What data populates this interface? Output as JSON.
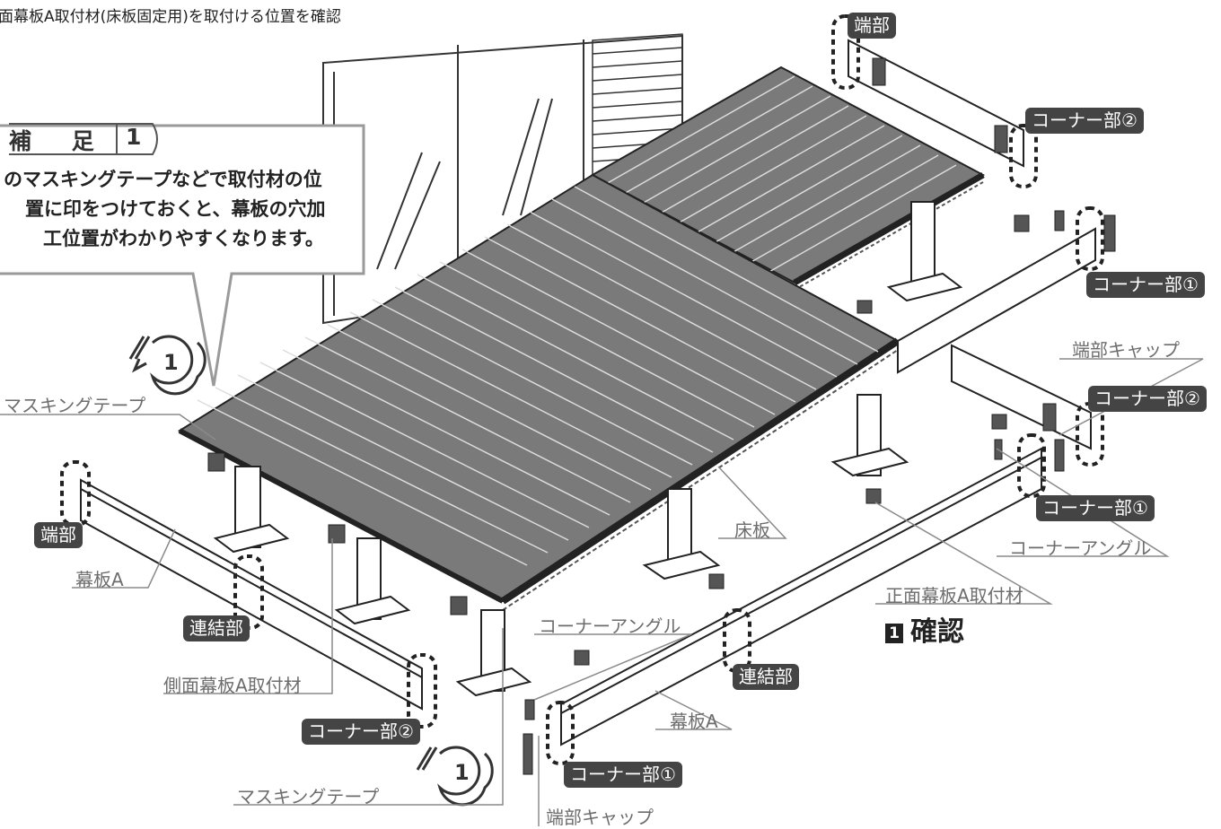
{
  "heading": "面幕板A取付材(床板固定用)を取付ける位置を確認",
  "callout": {
    "title": "補 足",
    "number": "1",
    "lines": [
      "のマスキングテープなどで取付材の位",
      "置に印をつけておくと、幕板の穴加",
      "工位置がわかりやすくなります。"
    ]
  },
  "labels": {
    "masking_tape_top": "マスキングテープ",
    "masking_tape_bottom": "マスキングテープ",
    "floor_board": "床板",
    "skirt_a_left": "幕板A",
    "skirt_a_front": "幕板A",
    "side_mount": "側面幕板A取付材",
    "front_mount": "正面幕板A取付材",
    "corner_angle_right": "コーナーアングル",
    "corner_angle_front": "コーナーアングル",
    "end_cap_right": "端部キャップ",
    "end_cap_bottom": "端部キャップ"
  },
  "badges": {
    "end_top": "端部",
    "end_left": "端部",
    "corner2_top": "コーナー部②",
    "corner1_right": "コーナー部①",
    "corner2_right": "コーナー部②",
    "corner1_mid": "コーナー部①",
    "corner2_bottom": "コーナー部②",
    "corner1_bottom": "コーナー部①",
    "joint_left": "連結部",
    "joint_front": "連結部"
  },
  "step": {
    "marker": "1",
    "label": "確認"
  },
  "icon_number": "1",
  "colors": {
    "badge": "#444444",
    "label_text": "#6d6d6d",
    "callout_border": "#9a9a9a"
  }
}
